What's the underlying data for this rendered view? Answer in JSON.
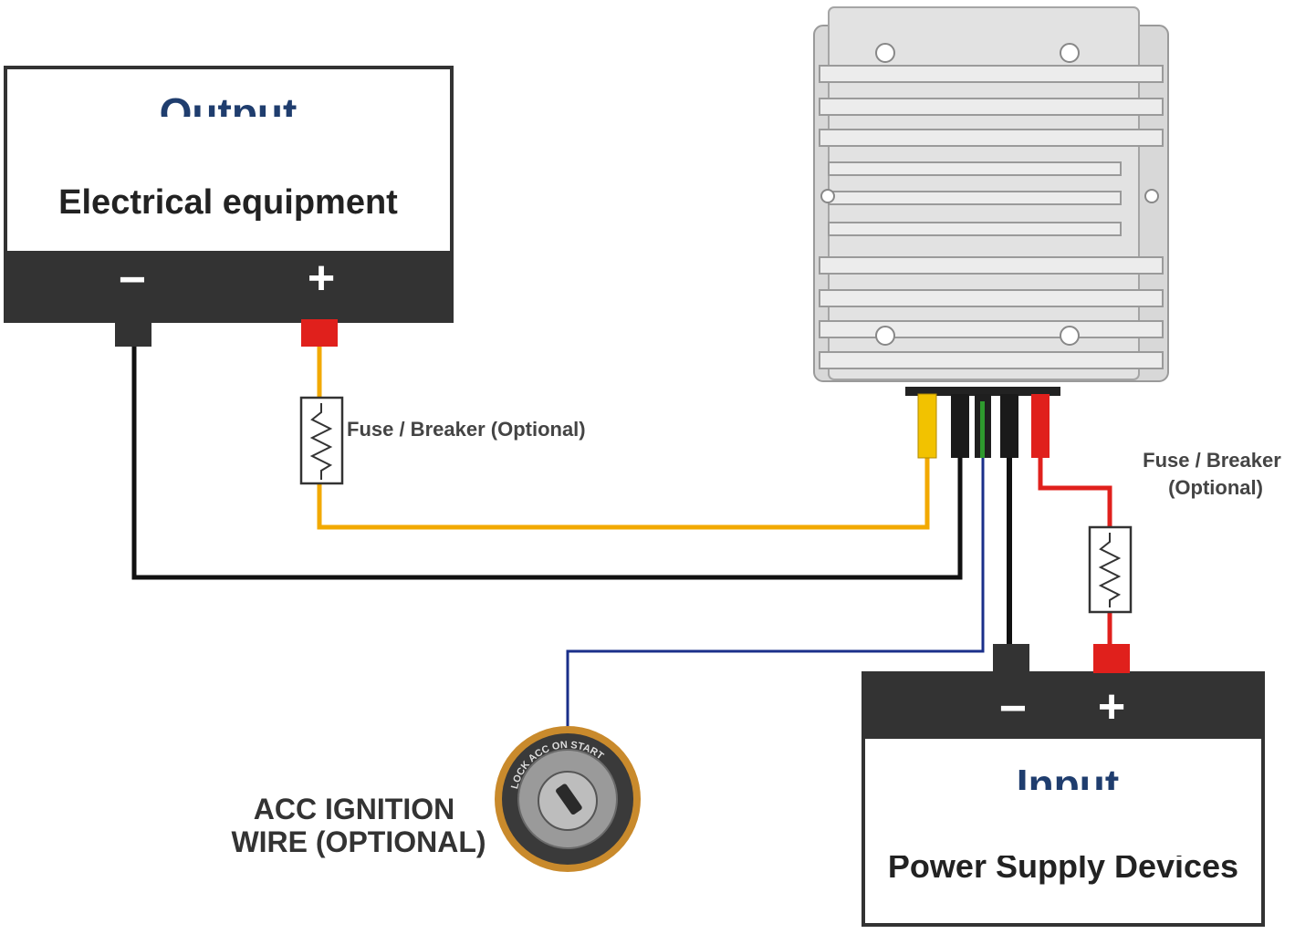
{
  "output_box": {
    "heading": "Output",
    "title": "Electrical equipment",
    "minus": "−",
    "plus": "+"
  },
  "input_box": {
    "heading": "Input",
    "title": "Power Supply Devices",
    "minus": "−",
    "plus": "+"
  },
  "fuse_output": {
    "label": "Fuse / Breaker (Optional)"
  },
  "fuse_input": {
    "label_line1": "Fuse / Breaker",
    "label_line2": "(Optional)"
  },
  "ignition": {
    "label_line1": "ACC IGNITION",
    "label_line2": "WIRE (OPTIONAL)",
    "key_text": "LOCK ACC ON START"
  },
  "colors": {
    "box_dark": "#333333",
    "heading_blue": "#1f3d6e",
    "wire_yellow": "#f2a900",
    "wire_black": "#111111",
    "wire_red": "#e0201c",
    "wire_blue": "#1a2f8a",
    "wire_green": "#2e9a2e",
    "converter_body": "#dcdcdc",
    "ignition_ring": "#c98a2c"
  }
}
